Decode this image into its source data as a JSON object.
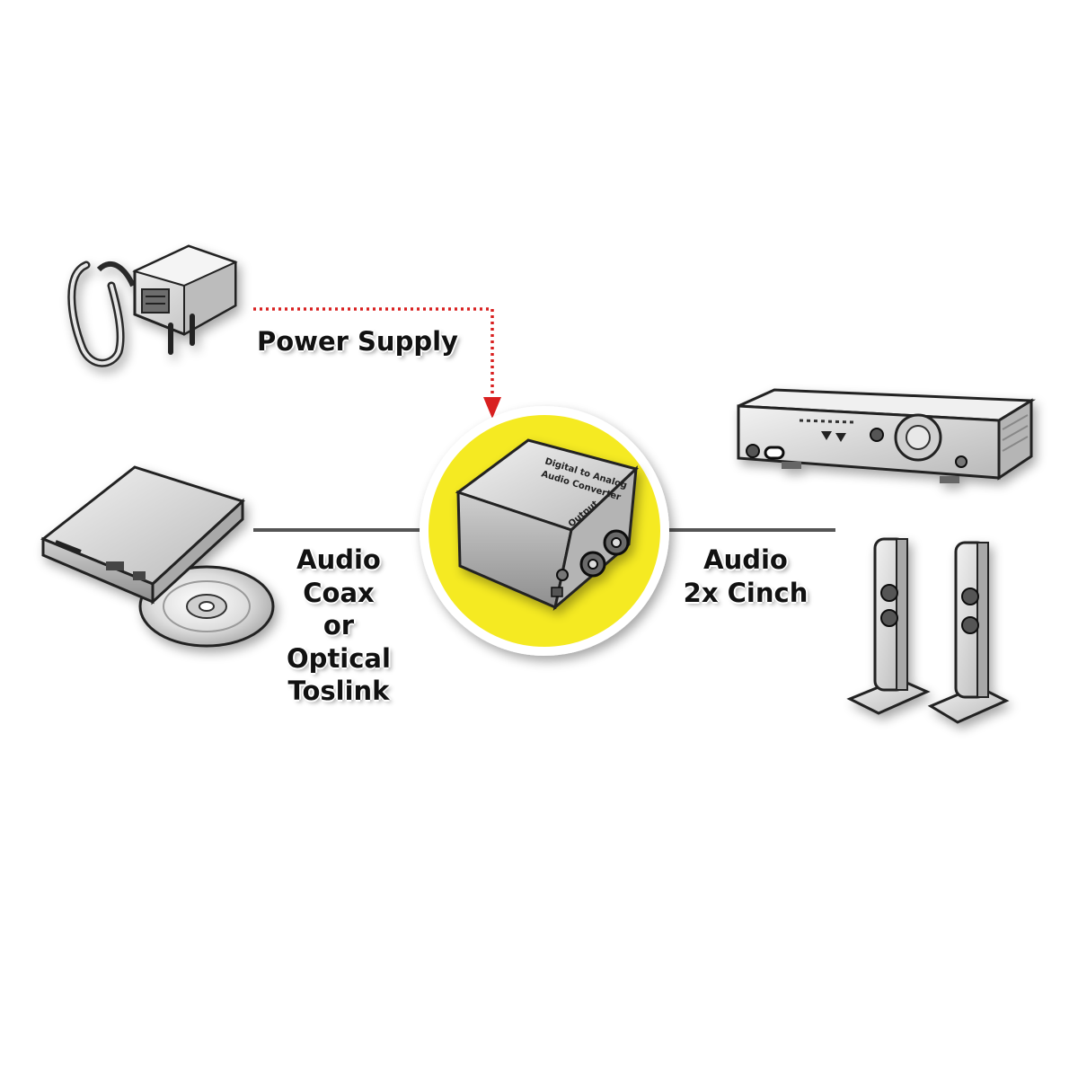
{
  "labels": {
    "power_supply": "Power Supply",
    "input_lines": [
      "Audio",
      "Coax",
      "or",
      "Optical",
      "Toslink"
    ],
    "output_lines": [
      "Audio",
      "2x Cinch"
    ]
  },
  "converter_markings": {
    "title_line1": "Digital to Analog",
    "title_line2": "Audio Converter",
    "output_port_label": "Output"
  },
  "colors": {
    "background": "#ffffff",
    "highlight_circle": "#f5ea24",
    "power_line": "#d92020",
    "signal_line": "#555555",
    "text": "#111111"
  },
  "icons": {
    "power_adapter": "power-adapter-icon",
    "dvd_player": "external-dvd-drive-icon",
    "converter": "dac-converter-icon",
    "amplifier": "amplifier-icon",
    "speakers": "tower-speakers-icon"
  }
}
